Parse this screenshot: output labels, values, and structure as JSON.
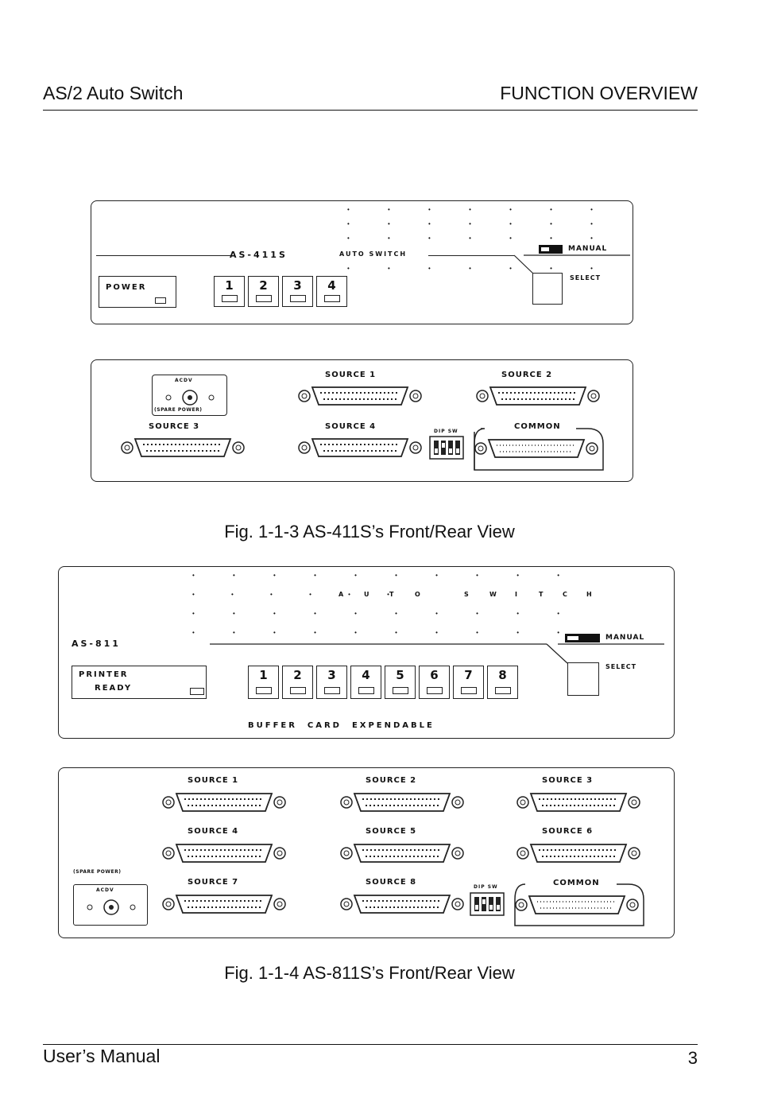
{
  "header": {
    "left": "AS/2 Auto Switch",
    "right": "FUNCTION OVERVIEW"
  },
  "fig1": {
    "caption": "Fig. 1-1-3  AS-411S’s Front/Rear View",
    "model": "AS-411S",
    "auto_switch": "AUTO SWITCH",
    "power": "POWER",
    "buttons": [
      "1",
      "2",
      "3",
      "4"
    ],
    "manual": "MANUAL",
    "select": "SELECT",
    "acdv": "ACDV",
    "spare_power": "(SPARE POWER)",
    "source1": "SOURCE 1",
    "source2": "SOURCE 2",
    "source3": "SOURCE 3",
    "source4": "SOURCE 4",
    "dip_sw": "DIP SW",
    "common": "COMMON"
  },
  "fig2": {
    "caption": "Fig. 1-1-4  AS-811S’s Front/Rear View",
    "model": "AS-811",
    "auto_letters": [
      "A",
      "U",
      "T",
      "O"
    ],
    "switch_letters": [
      "S",
      "W",
      "I",
      "T",
      "C",
      "H"
    ],
    "printer": "PRINTER",
    "ready": "READY",
    "buttons": [
      "1",
      "2",
      "3",
      "4",
      "5",
      "6",
      "7",
      "8"
    ],
    "manual": "MANUAL",
    "select": "SELECT",
    "buffer": "BUFFER  CARD  EXPENDABLE",
    "spare_power": "(SPARE POWER)",
    "acdv": "ACDV",
    "sources": [
      "SOURCE 1",
      "SOURCE 2",
      "SOURCE 3",
      "SOURCE 4",
      "SOURCE 5",
      "SOURCE 6",
      "SOURCE 7",
      "SOURCE 8"
    ],
    "dip_sw": "DIP SW",
    "common": "COMMON"
  },
  "footer": {
    "left": "User’s Manual",
    "page": "3"
  }
}
